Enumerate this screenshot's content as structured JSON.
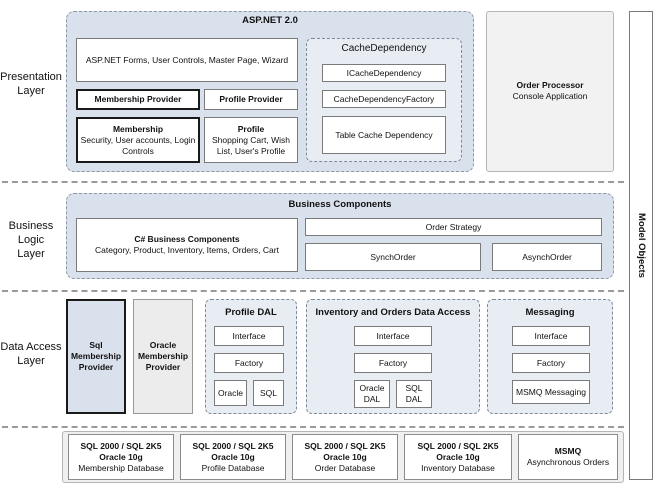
{
  "layers": {
    "presentation": "Presentation\nLayer",
    "business": "Business Logic\nLayer",
    "data_access": "Data Access\nLayer"
  },
  "aspnet": {
    "title": "ASP.NET 2.0",
    "forms": "ASP.NET Forms, User Controls, Master Page, Wizard",
    "membership_provider": "Membership Provider",
    "profile_provider": "Profile Provider",
    "membership_title": "Membership",
    "membership_desc": "Security, User accounts, Login Controls",
    "profile_title": "Profile",
    "profile_desc": "Shopping Cart, Wish List, User's Profile",
    "cache_title": "CacheDependency",
    "cache_items": [
      "ICacheDependency",
      "CacheDependencyFactory",
      "Table Cache Dependency"
    ]
  },
  "order_processor": {
    "title": "Order Processor",
    "subtitle": "Console Application"
  },
  "model_objects": "Model Objects",
  "business": {
    "title": "Business Components",
    "csharp_title": "C# Business Components",
    "csharp_desc": "Category, Product, Inventory, Items, Orders, Cart",
    "order_strategy": "Order Strategy",
    "synch": "SynchOrder",
    "asynch": "AsynchOrder"
  },
  "data_access": {
    "sql_provider": "Sql\nMembership\nProvider",
    "oracle_provider": "Oracle\nMembership\nProvider",
    "profile_dal": {
      "title": "Profile DAL",
      "interface": "Interface",
      "factory": "Factory",
      "oracle": "Oracle",
      "sql": "SQL"
    },
    "inventory_dal": {
      "title": "Inventory and Orders Data Access",
      "interface": "Interface",
      "factory": "Factory",
      "oracle": "Oracle\nDAL",
      "sql": "SQL\nDAL"
    },
    "messaging": {
      "title": "Messaging",
      "interface": "Interface",
      "factory": "Factory",
      "msmq": "MSMQ Messaging"
    }
  },
  "databases": [
    {
      "line1": "SQL 2000 / SQL 2K5",
      "line2": "Oracle 10g",
      "line3": "Membership Database"
    },
    {
      "line1": "SQL 2000 / SQL 2K5",
      "line2": "Oracle 10g",
      "line3": "Profile Database"
    },
    {
      "line1": "SQL 2000 / SQL 2K5",
      "line2": "Oracle 10g",
      "line3": "Order Database"
    },
    {
      "line1": "SQL 2000 / SQL 2K5",
      "line2": "Oracle 10g",
      "line3": "Inventory Database"
    }
  ],
  "msmq_db": {
    "line1": "MSMQ",
    "line2": "Asynchronous Orders"
  }
}
